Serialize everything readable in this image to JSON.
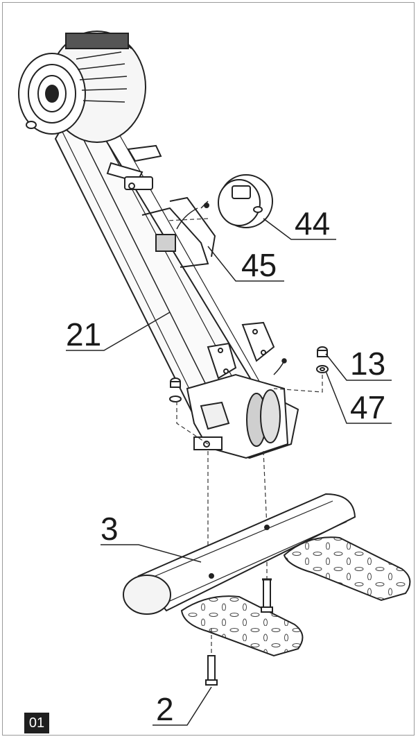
{
  "diagram": {
    "step_number": "01",
    "callouts": [
      {
        "id": "c44",
        "label": "44"
      },
      {
        "id": "c45",
        "label": "45"
      },
      {
        "id": "c21",
        "label": "21"
      },
      {
        "id": "c13",
        "label": "13"
      },
      {
        "id": "c47",
        "label": "47"
      },
      {
        "id": "c3",
        "label": "3"
      },
      {
        "id": "c2",
        "label": "2"
      }
    ]
  }
}
